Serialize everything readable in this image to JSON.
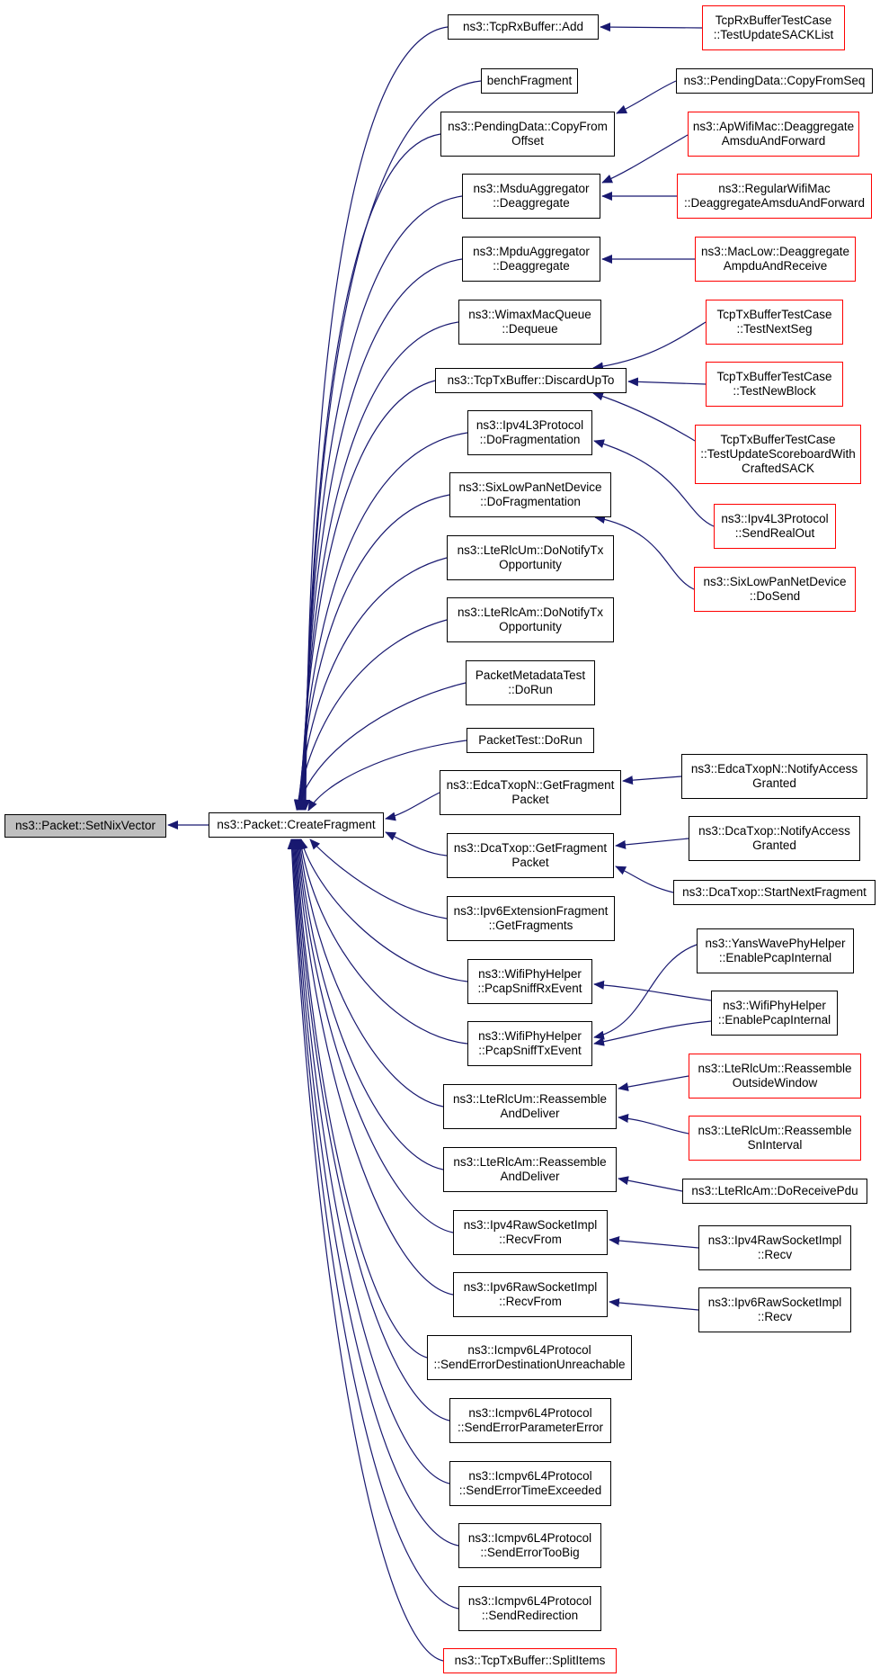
{
  "graph": {
    "edge_color": "#191970",
    "root_fill": "#bfbfbf",
    "truncated_border_color": "#ff0000",
    "nodes": {
      "setnix": {
        "label": "ns3::Packet::SetNixVector"
      },
      "create": {
        "label": "ns3::Packet::CreateFragment"
      },
      "rxadd": {
        "label": "ns3::TcpRxBuffer::Add"
      },
      "bench": {
        "label": "benchFragment"
      },
      "pdcfo": {
        "label": "ns3::PendingData::CopyFrom\nOffset"
      },
      "msdu": {
        "label": "ns3::MsduAggregator\n::Deaggregate"
      },
      "mpdu": {
        "label": "ns3::MpduAggregator\n::Deaggregate"
      },
      "wimax": {
        "label": "ns3::WimaxMacQueue\n::Dequeue"
      },
      "discard": {
        "label": "ns3::TcpTxBuffer::DiscardUpTo"
      },
      "ipv4frag": {
        "label": "ns3::Ipv4L3Protocol\n::DoFragmentation"
      },
      "sixfrag": {
        "label": "ns3::SixLowPanNetDevice\n::DoFragmentation"
      },
      "rlcum": {
        "label": "ns3::LteRlcUm::DoNotifyTx\nOpportunity"
      },
      "rlcam": {
        "label": "ns3::LteRlcAm::DoNotifyTx\nOpportunity"
      },
      "pmtest": {
        "label": "PacketMetadataTest\n::DoRun"
      },
      "ptest": {
        "label": "PacketTest::DoRun"
      },
      "edcagf": {
        "label": "ns3::EdcaTxopN::GetFragment\nPacket"
      },
      "dcagf": {
        "label": "ns3::DcaTxop::GetFragment\nPacket"
      },
      "ipv6ef": {
        "label": "ns3::Ipv6ExtensionFragment\n::GetFragments"
      },
      "wifirx": {
        "label": "ns3::WifiPhyHelper\n::PcapSniffRxEvent"
      },
      "wifitx": {
        "label": "ns3::WifiPhyHelper\n::PcapSniffTxEvent"
      },
      "umreass": {
        "label": "ns3::LteRlcUm::Reassemble\nAndDeliver"
      },
      "amreass": {
        "label": "ns3::LteRlcAm::Reassemble\nAndDeliver"
      },
      "ipv4raw": {
        "label": "ns3::Ipv4RawSocketImpl\n::RecvFrom"
      },
      "ipv6raw": {
        "label": "ns3::Ipv6RawSocketImpl\n::RecvFrom"
      },
      "icmpdu": {
        "label": "ns3::Icmpv6L4Protocol\n::SendErrorDestinationUnreachable"
      },
      "icmppe": {
        "label": "ns3::Icmpv6L4Protocol\n::SendErrorParameterError"
      },
      "icmpte": {
        "label": "ns3::Icmpv6L4Protocol\n::SendErrorTimeExceeded"
      },
      "icmptb": {
        "label": "ns3::Icmpv6L4Protocol\n::SendErrorTooBig"
      },
      "icmpred": {
        "label": "ns3::Icmpv6L4Protocol\n::SendRedirection"
      },
      "split": {
        "label": "ns3::TcpTxBuffer::SplitItems"
      },
      "sack": {
        "label": "TcpRxBufferTestCase\n::TestUpdateSACKList"
      },
      "pdcfs": {
        "label": "ns3::PendingData::CopyFromSeq"
      },
      "apwifi": {
        "label": "ns3::ApWifiMac::Deaggregate\nAmsduAndForward"
      },
      "regwifi": {
        "label": "ns3::RegularWifiMac\n::DeaggregateAmsduAndForward"
      },
      "maclow": {
        "label": "ns3::MacLow::Deaggregate\nAmpduAndReceive"
      },
      "nextseg": {
        "label": "TcpTxBufferTestCase\n::TestNextSeg"
      },
      "newblock": {
        "label": "TcpTxBufferTestCase\n::TestNewBlock"
      },
      "scoreboard": {
        "label": "TcpTxBufferTestCase\n::TestUpdateScoreboardWith\nCraftedSACK"
      },
      "sendreal": {
        "label": "ns3::Ipv4L3Protocol\n::SendRealOut"
      },
      "dosend": {
        "label": "ns3::SixLowPanNetDevice\n::DoSend"
      },
      "edcana": {
        "label": "ns3::EdcaTxopN::NotifyAccess\nGranted"
      },
      "dcana": {
        "label": "ns3::DcaTxop::NotifyAccess\nGranted"
      },
      "startnext": {
        "label": "ns3::DcaTxop::StartNextFragment"
      },
      "yans": {
        "label": "ns3::YansWavePhyHelper\n::EnablePcapInternal"
      },
      "wifien": {
        "label": "ns3::WifiPhyHelper\n::EnablePcapInternal"
      },
      "outside": {
        "label": "ns3::LteRlcUm::Reassemble\nOutsideWindow"
      },
      "sninterval": {
        "label": "ns3::LteRlcUm::Reassemble\nSnInterval"
      },
      "receivepdu": {
        "label": "ns3::LteRlcAm::DoReceivePdu"
      },
      "ipv4recv": {
        "label": "ns3::Ipv4RawSocketImpl\n::Recv"
      },
      "ipv6recv": {
        "label": "ns3::Ipv6RawSocketImpl\n::Recv"
      }
    }
  }
}
